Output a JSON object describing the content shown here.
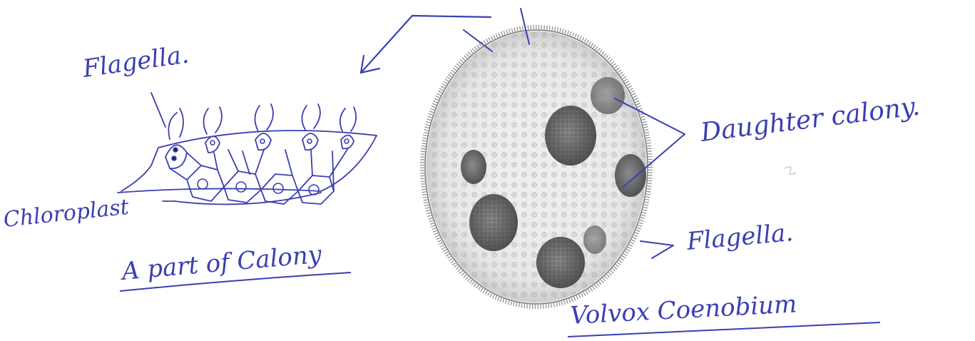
{
  "figure": {
    "left_panel": {
      "label_flagella": "Flagella.",
      "label_chloroplast": "Chloroplast",
      "caption": "A part of Calony"
    },
    "right_panel": {
      "label_daughter": "Daughter calony.",
      "label_flagella": "Flagella.",
      "caption": "Volvox Coenobium"
    }
  },
  "colors": {
    "ink": "#3a3fb3",
    "pencil": "#6e6e6e",
    "stipple": "#9a9a9a",
    "daughter": "#5a5a5a",
    "paper": "#ffffff"
  }
}
